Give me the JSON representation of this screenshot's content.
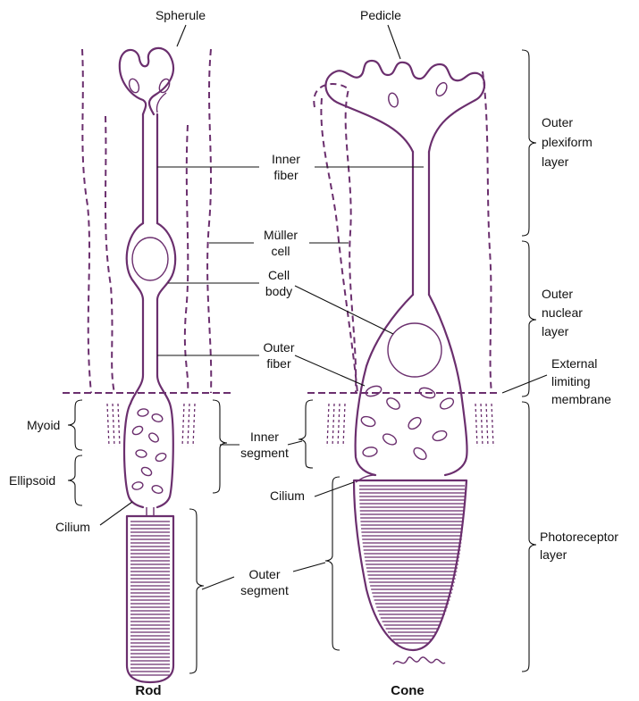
{
  "colors": {
    "cell": "#6b2f6e",
    "text": "#111111"
  },
  "labels": {
    "spherule": "Spherule",
    "pedicle": "Pedicle",
    "inner_fiber_1": "Inner",
    "inner_fiber_2": "fiber",
    "muller_1": "Müller",
    "muller_2": "cell",
    "cell_body_1": "Cell",
    "cell_body_2": "body",
    "outer_fiber_1": "Outer",
    "outer_fiber_2": "fiber",
    "myoid": "Myoid",
    "ellipsoid": "Ellipsoid",
    "inner_segment_1": "Inner",
    "inner_segment_2": "segment",
    "cilium_rod": "Cilium",
    "cilium_cone": "Cilium",
    "outer_segment_1": "Outer",
    "outer_segment_2": "segment",
    "opl_1": "Outer",
    "opl_2": "plexiform",
    "opl_3": "layer",
    "onl_1": "Outer",
    "onl_2": "nuclear",
    "onl_3": "layer",
    "elm_1": "External",
    "elm_2": "limiting",
    "elm_3": "membrane",
    "prl_1": "Photoreceptor",
    "prl_2": "layer",
    "rod": "Rod",
    "cone": "Cone"
  }
}
